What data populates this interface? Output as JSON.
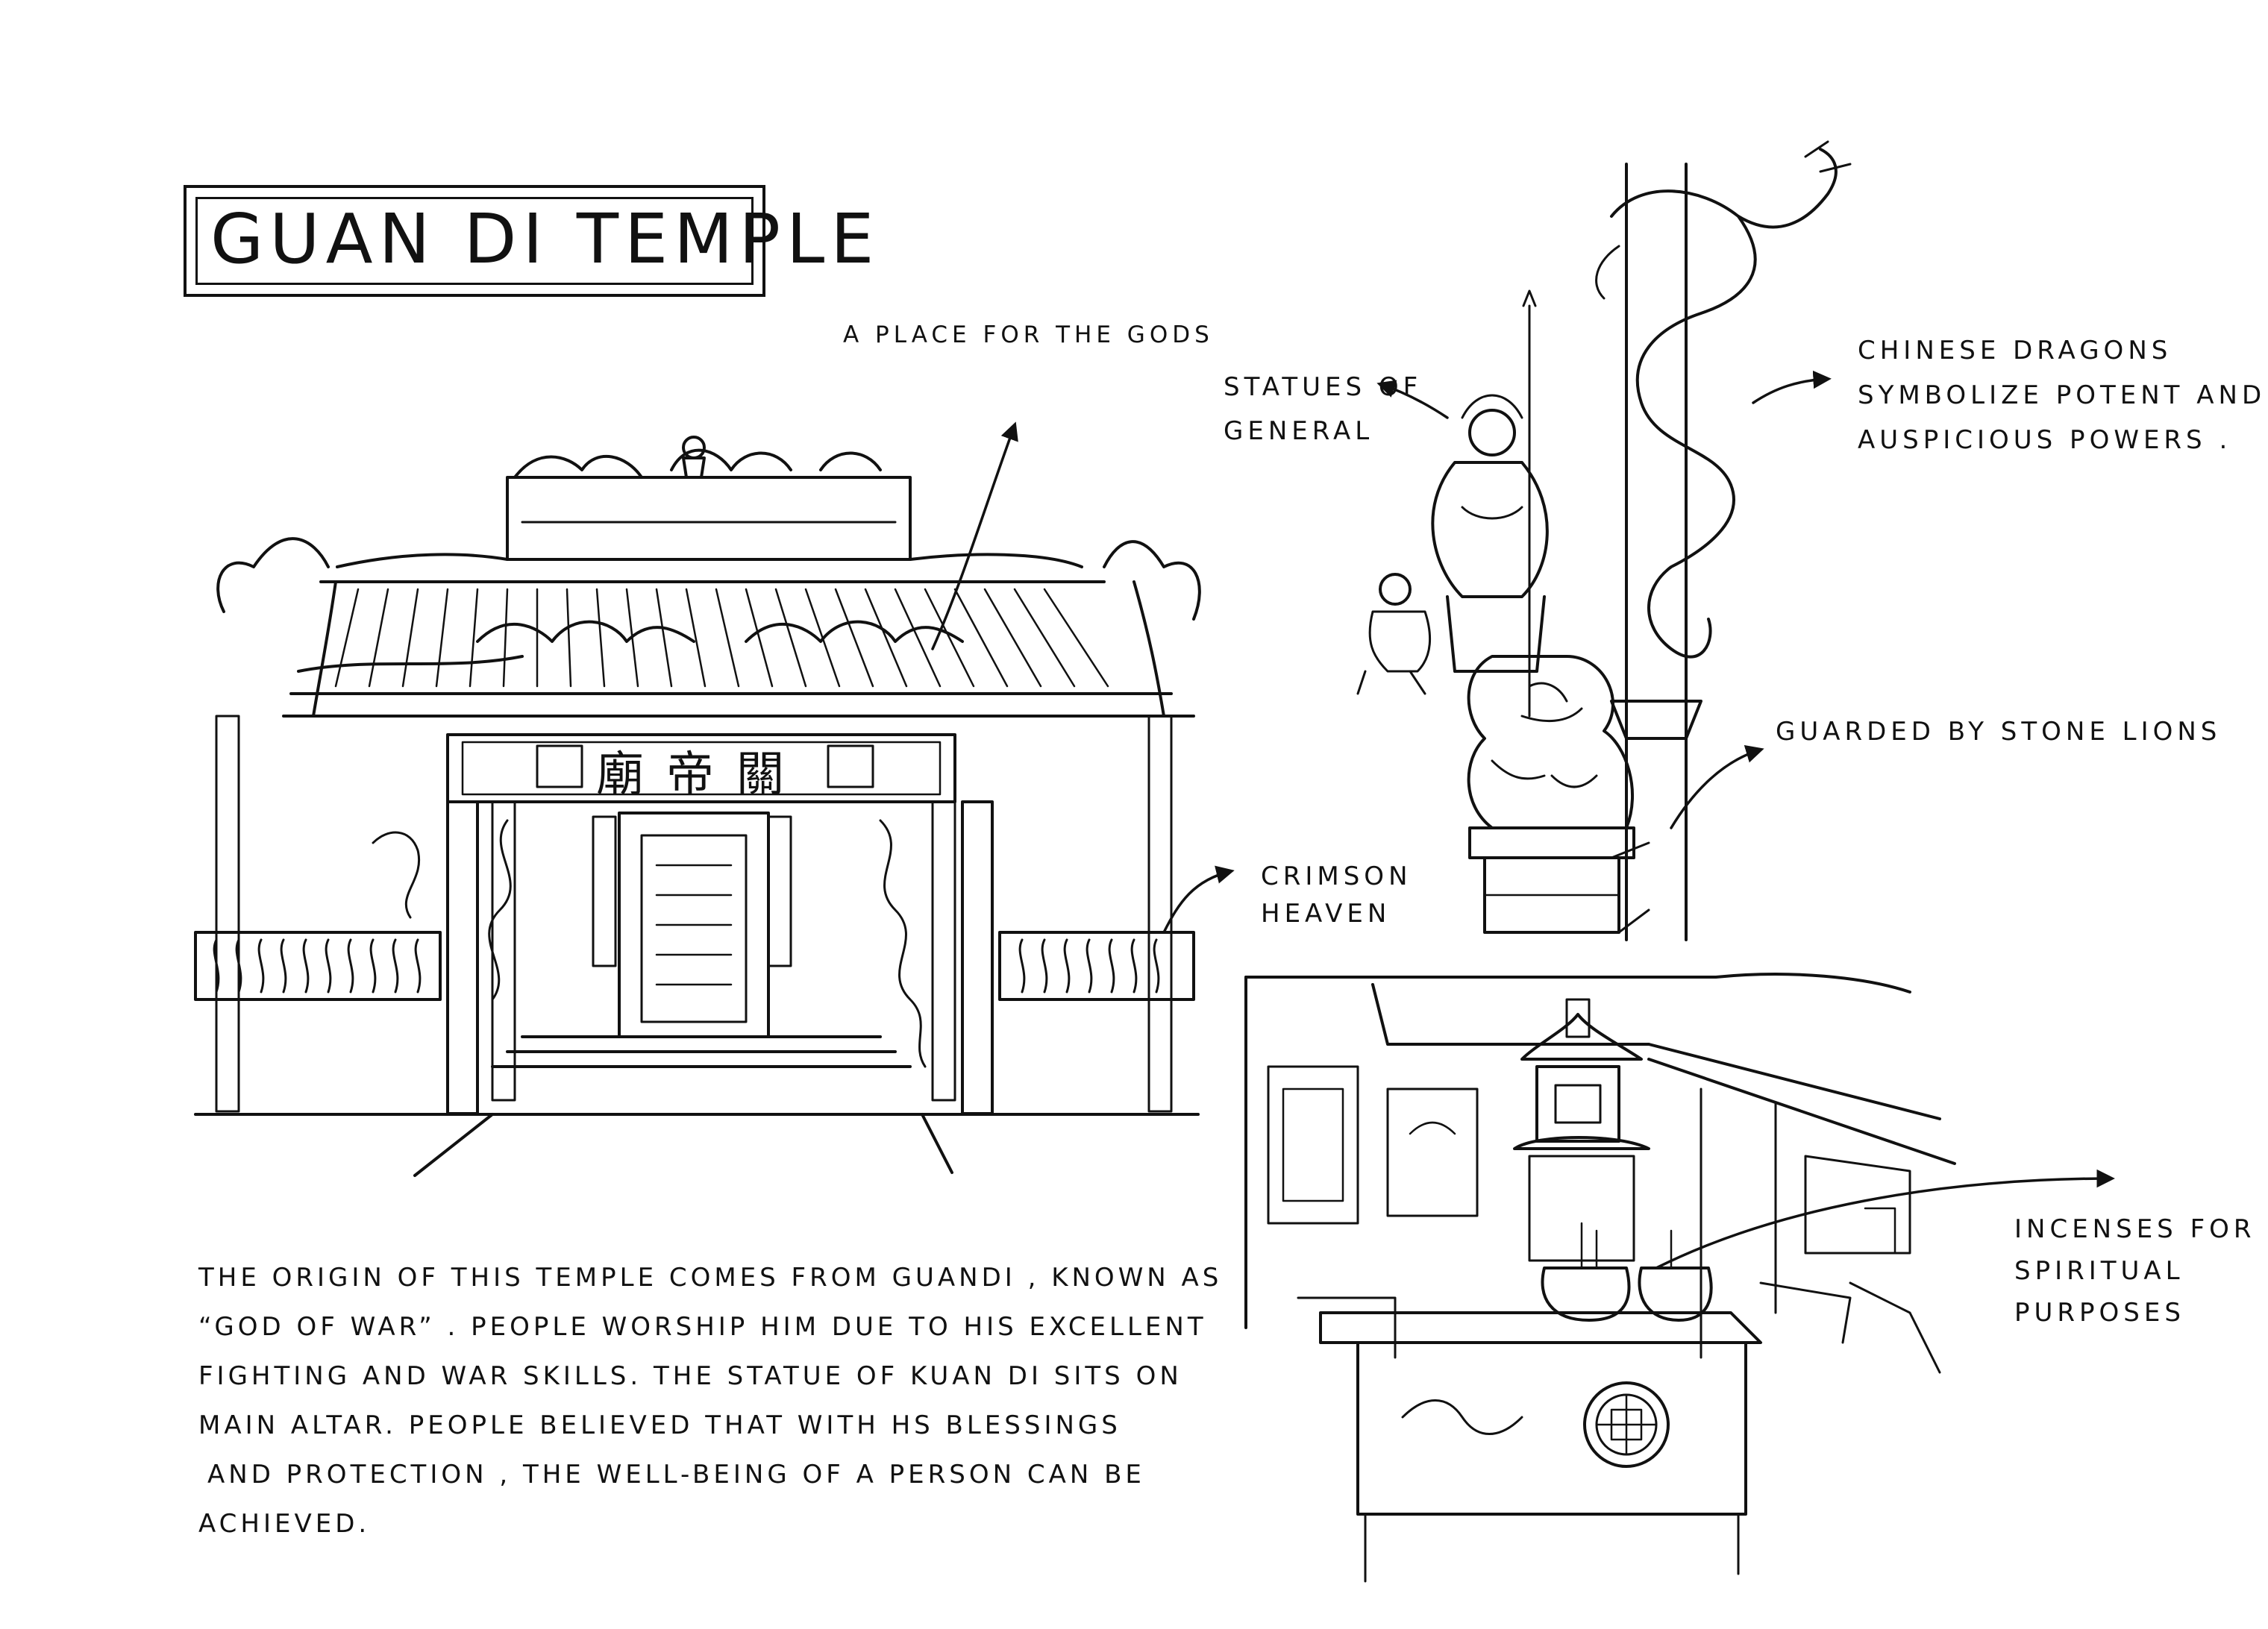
{
  "title": "GUAN DI TEMPLE",
  "colors": {
    "ink": "#111111",
    "paper": "#ffffff"
  },
  "temple_signboard": "廟帝關",
  "annotations": {
    "place_for_gods": "A PLACE FOR THE GODS",
    "statues": [
      "STATUES OF",
      "GENERAL"
    ],
    "dragons": [
      "CHINESE DRAGONS",
      "SYMBOLIZE POTENT AND",
      "AUSPICIOUS POWERS ."
    ],
    "lions": "GUARDED BY STONE LIONS",
    "crimson": [
      "CRIMSON",
      "HEAVEN"
    ],
    "incenses": [
      "INCENSES FOR",
      "SPIRITUAL",
      "PURPOSES"
    ]
  },
  "description": [
    "THE ORIGIN OF THIS TEMPLE COMES FROM GUANDI , KNOWN AS",
    "“GOD OF WAR” . PEOPLE WORSHIP HIM DUE TO HIS EXCELLENT",
    "FIGHTING AND WAR SKILLS. THE STATUE OF KUAN DI SITS ON",
    "MAIN ALTAR. PEOPLE BELIEVED THAT WITH HS BLESSINGS",
    "AND PROTECTION , THE WELL-BEING OF A PERSON CAN BE",
    "ACHIEVED."
  ]
}
